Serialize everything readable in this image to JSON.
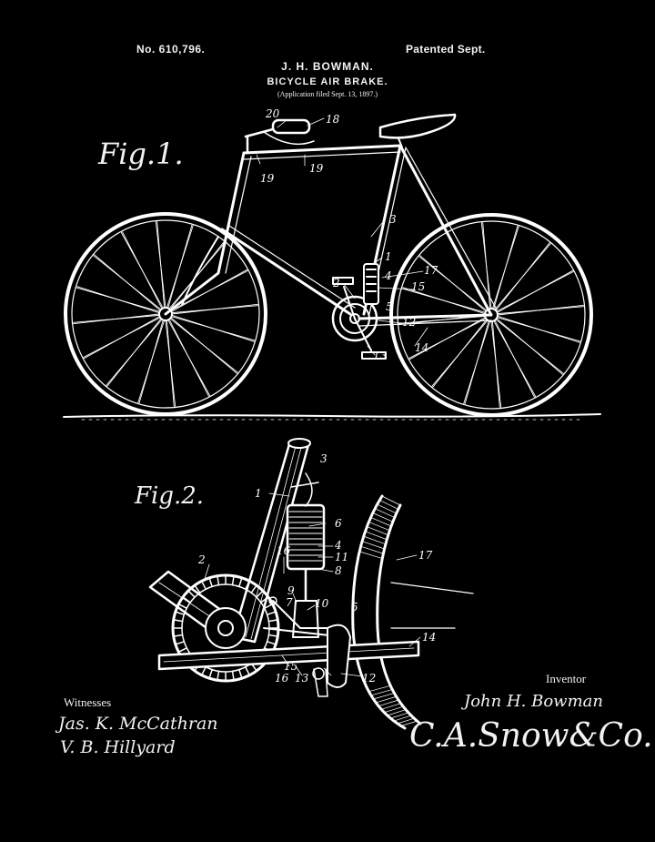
{
  "header": {
    "patent_number": "No. 610,796.",
    "patent_date": "Patented Sept.",
    "inventor": "J. H. BOWMAN.",
    "title": "BICYCLE AIR BRAKE.",
    "filed": "(Application filed Sept. 13, 1897.)"
  },
  "figures": {
    "fig1_label": "Fig.1.",
    "fig2_label": "Fig.2.",
    "fig1_refs": [
      "20",
      "18",
      "19",
      "19",
      "3",
      "1",
      "4",
      "17",
      "15",
      "2",
      "5",
      "12",
      "13",
      "14"
    ],
    "fig2_refs": [
      "3",
      "1",
      "6",
      "4",
      "11",
      "8",
      "17",
      "2",
      "16",
      "9",
      "7",
      "10",
      "5",
      "14",
      "15",
      "16",
      "13",
      "12"
    ]
  },
  "signatures": {
    "witnesses_label": "Witnesses",
    "witness_1": "Jas. K. McCathran",
    "witness_2": "V. B. Hillyard",
    "inventor_label": "Inventor",
    "inventor_name": "John H. Bowman",
    "agent": "C.A.Snow&Co."
  },
  "colors": {
    "background": "#000000",
    "ink": "#ffffff"
  }
}
